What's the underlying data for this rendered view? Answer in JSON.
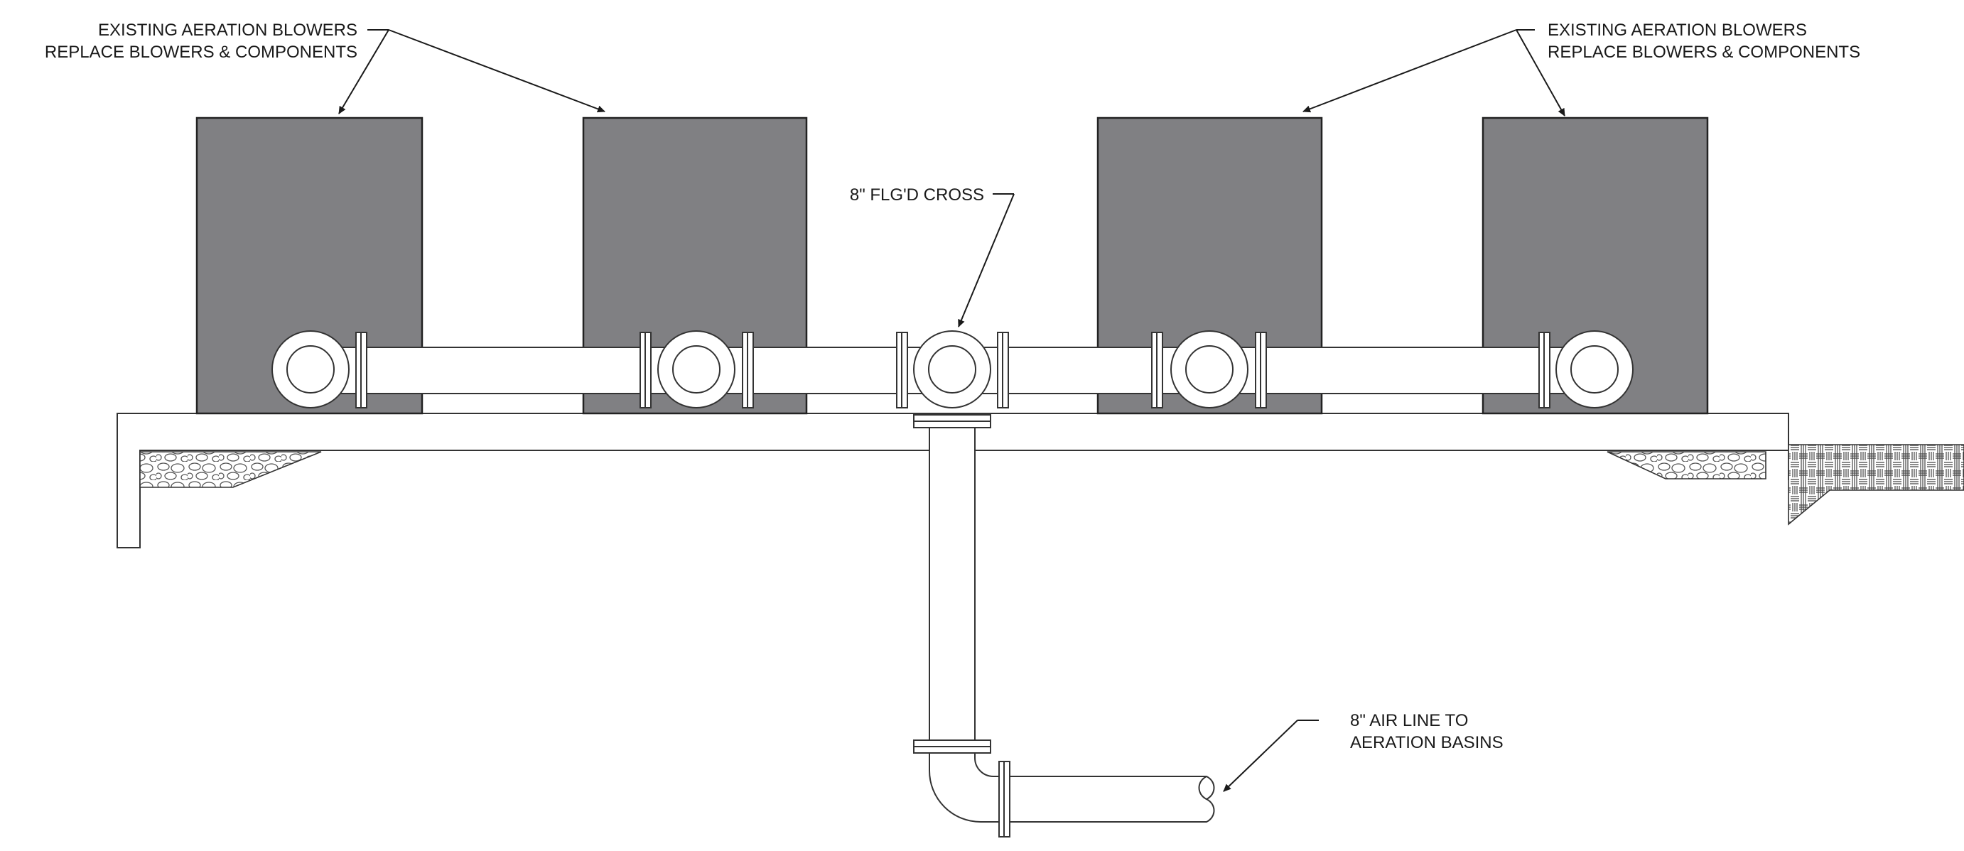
{
  "labels": {
    "blowers_left_line1": "EXISTING AERATION BLOWERS",
    "blowers_left_line2": "REPLACE BLOWERS & COMPONENTS",
    "blowers_right_line1": "EXISTING AERATION BLOWERS",
    "blowers_right_line2": "REPLACE BLOWERS & COMPONENTS",
    "cross": "8\" FLG'D CROSS",
    "airline_line1": "8\" AIR LINE TO",
    "airline_line2": "AERATION BASINS"
  },
  "colors": {
    "blower_fill": "#808083",
    "line": "#333333",
    "background": "#ffffff"
  },
  "icons": [
    "aeration-blower",
    "flanged-cross",
    "pipe-elbow",
    "gravel-fill",
    "brick-hatch"
  ]
}
